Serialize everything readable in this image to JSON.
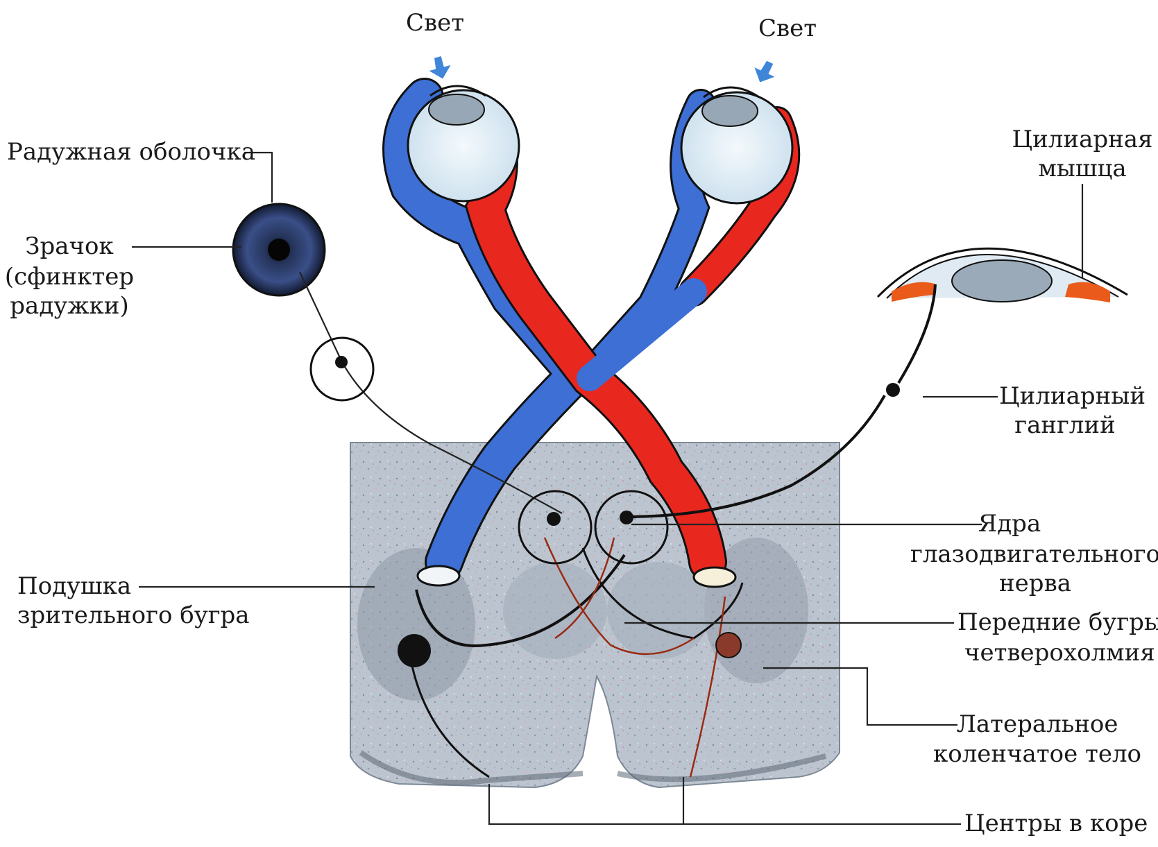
{
  "labels": {
    "light_left": "Свет",
    "light_right": "Свет",
    "iris": "Радужная оболочка",
    "pupil_line1": "Зрачок",
    "pupil_line2": "(сфинктер",
    "pupil_line3": "радужки)",
    "ciliary_muscle_line1": "Цилиарная",
    "ciliary_muscle_line2": "мышца",
    "ciliary_ganglion_line1": "Цилиарный",
    "ciliary_ganglion_line2": "ганглий",
    "oculomotor_line1": "Ядра",
    "oculomotor_line2": "глазодвигательного",
    "oculomotor_line3": "нерва",
    "pulvinar_line1": "Подушка",
    "pulvinar_line2": "зрительного бугра",
    "colliculi_line1": "Передние бугры",
    "colliculi_line2": "четверохолмия",
    "lgb_line1": "Латеральное",
    "lgb_line2": "коленчатое тело",
    "cortex": "Центры в коре"
  },
  "colors": {
    "left_pathway": "#3d6fd4",
    "right_pathway": "#e8271f",
    "light_arrow": "#3f86d8",
    "brain": "#b9c2cc",
    "nerve": "#111111"
  }
}
